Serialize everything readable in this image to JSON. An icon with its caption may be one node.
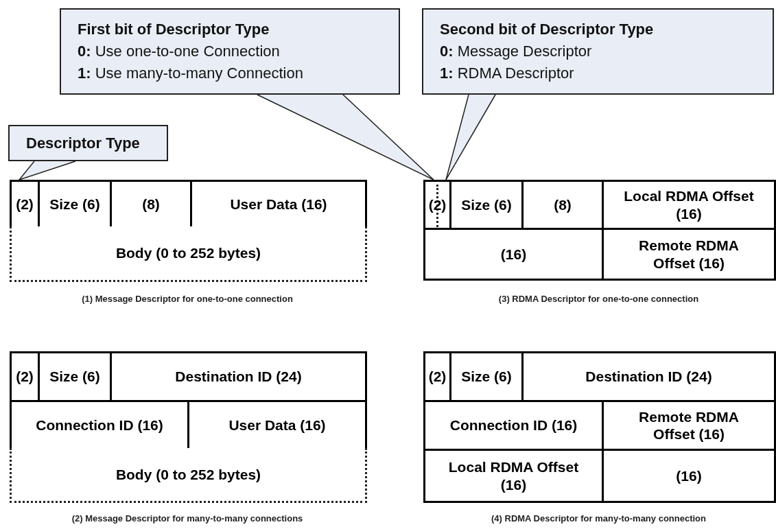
{
  "diagram": {
    "nodes": [
      {
        "text": [
          "First bit of Descriptor Type",
          "**0:** Use one-to-one Connection",
          "**1:** Use many-to-many Connection"
        ]
      },
      {
        "text": [
          "Second bit of Descriptor Type",
          "**0:** Message Descriptor",
          "**1:** RDMA Descriptor"
        ]
      },
      {
        "text": [
          "Descriptor Type"
        ]
      },
      {
        "text": [
          "(2)"
        ]
      },
      {
        "text": [
          "Size (6)"
        ]
      },
      {
        "text": [
          "(8)"
        ]
      },
      {
        "text": [
          "User Data (16)"
        ]
      },
      {
        "text": [
          "Body (0 to 252 bytes)"
        ]
      },
      {
        "text": [
          "(2)"
        ]
      },
      {
        "text": [
          "Size (6)"
        ]
      },
      {
        "text": [
          "(8)"
        ]
      },
      {
        "text": [
          "Local RDMA Offset (16)"
        ]
      },
      {
        "text": [
          "(16)"
        ]
      },
      {
        "text": [
          "Remote RDMA Offset (16)"
        ]
      },
      {
        "text": [
          "(2)"
        ]
      },
      {
        "text": [
          "Size (6)"
        ]
      },
      {
        "text": [
          "Destination ID (24)"
        ]
      },
      {
        "text": [
          "Connection ID (16)"
        ]
      },
      {
        "text": [
          "User Data (16)"
        ]
      },
      {
        "text": [
          "Body (0 to 252 bytes)"
        ]
      },
      {
        "text": [
          "(2)"
        ]
      },
      {
        "text": [
          "Size (6)"
        ]
      },
      {
        "text": [
          "Destination ID (24)"
        ]
      },
      {
        "text": [
          "Connection ID (16)"
        ]
      },
      {
        "text": [
          "Remote RDMA Offset (16)"
        ]
      },
      {
        "text": [
          "Local RDMA Offset (16)"
        ]
      },
      {
        "text": [
          "(16)"
        ]
      }
    ],
    "edges": [
      {
        "from": 2,
        "to": 3,
        "arrow": "none"
      },
      {
        "from": 0,
        "to": 8,
        "arrow": "none"
      },
      {
        "from": 1,
        "to": 8,
        "arrow": "none"
      }
    ],
    "labels": [
      "(1) Message Descriptor for one-to-one connection",
      "(3) RDMA Descriptor for one-to-one connection",
      "(2) Message Descriptor for many-to-many connections",
      "(4) RDMA Descriptor for many-to-many connection"
    ]
  }
}
